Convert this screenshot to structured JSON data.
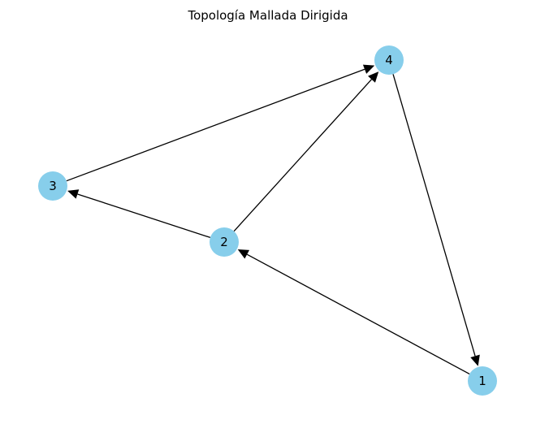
{
  "diagram": {
    "title": "Topología Mallada Dirigida",
    "node_color": "#87ceeb",
    "edge_color": "#000000",
    "nodes": [
      {
        "id": "1",
        "label": "1"
      },
      {
        "id": "2",
        "label": "2"
      },
      {
        "id": "3",
        "label": "3"
      },
      {
        "id": "4",
        "label": "4"
      }
    ],
    "edges": [
      {
        "from": "1",
        "to": "2"
      },
      {
        "from": "2",
        "to": "3"
      },
      {
        "from": "2",
        "to": "4"
      },
      {
        "from": "3",
        "to": "4"
      },
      {
        "from": "4",
        "to": "1"
      }
    ]
  }
}
